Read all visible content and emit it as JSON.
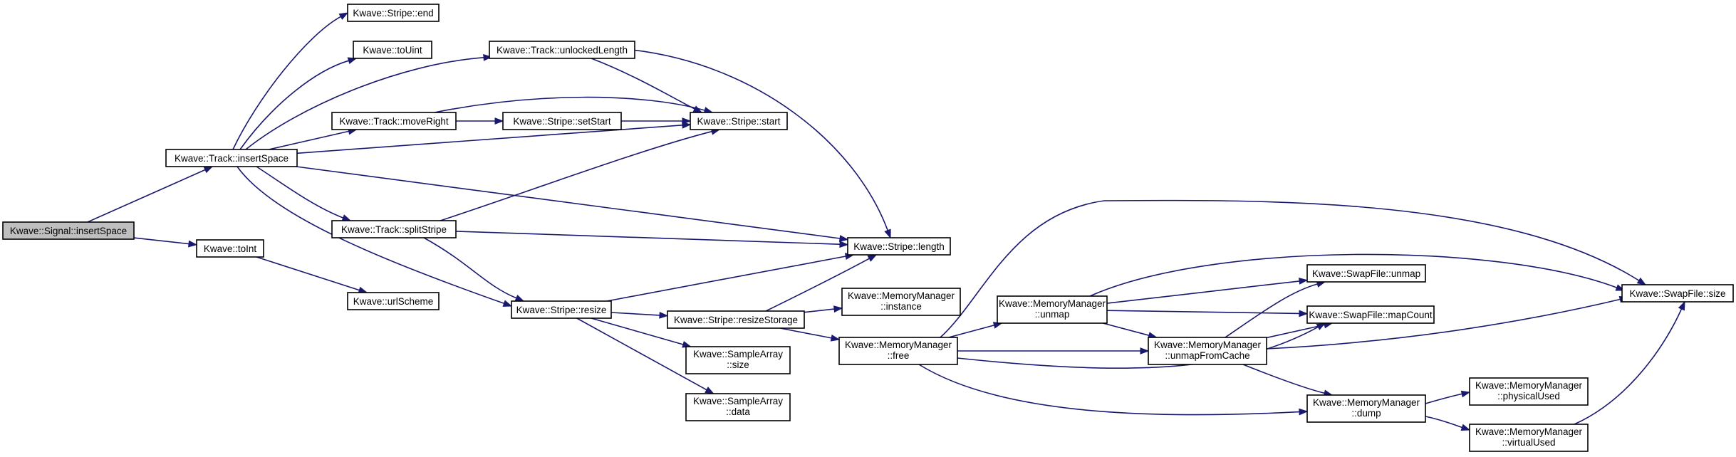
{
  "graph": {
    "nodes": [
      {
        "id": "signal_insertSpace",
        "lines": [
          "Kwave::Signal::insertSpace"
        ],
        "root": true
      },
      {
        "id": "track_insertSpace",
        "lines": [
          "Kwave::Track::insertSpace"
        ]
      },
      {
        "id": "toInt",
        "lines": [
          "Kwave::toInt"
        ]
      },
      {
        "id": "urlScheme",
        "lines": [
          "Kwave::urlScheme"
        ]
      },
      {
        "id": "stripe_end",
        "lines": [
          "Kwave::Stripe::end"
        ]
      },
      {
        "id": "toUint",
        "lines": [
          "Kwave::toUint"
        ]
      },
      {
        "id": "track_unlockedLength",
        "lines": [
          "Kwave::Track::unlockedLength"
        ]
      },
      {
        "id": "track_moveRight",
        "lines": [
          "Kwave::Track::moveRight"
        ]
      },
      {
        "id": "stripe_setStart",
        "lines": [
          "Kwave::Stripe::setStart"
        ]
      },
      {
        "id": "stripe_start",
        "lines": [
          "Kwave::Stripe::start"
        ]
      },
      {
        "id": "track_splitStripe",
        "lines": [
          "Kwave::Track::splitStripe"
        ]
      },
      {
        "id": "stripe_length",
        "lines": [
          "Kwave::Stripe::length"
        ]
      },
      {
        "id": "stripe_resize",
        "lines": [
          "Kwave::Stripe::resize"
        ]
      },
      {
        "id": "stripe_resizeStorage",
        "lines": [
          "Kwave::Stripe::resizeStorage"
        ]
      },
      {
        "id": "mm_instance",
        "lines": [
          "Kwave::MemoryManager",
          "::instance"
        ]
      },
      {
        "id": "mm_free",
        "lines": [
          "Kwave::MemoryManager",
          "::free"
        ]
      },
      {
        "id": "sa_size",
        "lines": [
          "Kwave::SampleArray",
          "::size"
        ]
      },
      {
        "id": "sa_data",
        "lines": [
          "Kwave::SampleArray",
          "::data"
        ]
      },
      {
        "id": "mm_unmap",
        "lines": [
          "Kwave::MemoryManager",
          "::unmap"
        ]
      },
      {
        "id": "mm_unmapFromCache",
        "lines": [
          "Kwave::MemoryManager",
          "::unmapFromCache"
        ]
      },
      {
        "id": "swap_unmap",
        "lines": [
          "Kwave::SwapFile::unmap"
        ]
      },
      {
        "id": "swap_mapCount",
        "lines": [
          "Kwave::SwapFile::mapCount"
        ]
      },
      {
        "id": "swap_size",
        "lines": [
          "Kwave::SwapFile::size"
        ]
      },
      {
        "id": "mm_dump",
        "lines": [
          "Kwave::MemoryManager",
          "::dump"
        ]
      },
      {
        "id": "mm_physicalUsed",
        "lines": [
          "Kwave::MemoryManager",
          "::physicalUsed"
        ]
      },
      {
        "id": "mm_virtualUsed",
        "lines": [
          "Kwave::MemoryManager",
          "::virtualUsed"
        ]
      }
    ],
    "edges": [
      [
        "signal_insertSpace",
        "track_insertSpace"
      ],
      [
        "signal_insertSpace",
        "toInt"
      ],
      [
        "toInt",
        "urlScheme"
      ],
      [
        "track_insertSpace",
        "stripe_end"
      ],
      [
        "track_insertSpace",
        "toUint"
      ],
      [
        "track_insertSpace",
        "track_unlockedLength"
      ],
      [
        "track_insertSpace",
        "track_moveRight"
      ],
      [
        "track_insertSpace",
        "stripe_start"
      ],
      [
        "track_insertSpace",
        "track_splitStripe"
      ],
      [
        "track_insertSpace",
        "stripe_length"
      ],
      [
        "track_insertSpace",
        "stripe_resize"
      ],
      [
        "track_unlockedLength",
        "stripe_start"
      ],
      [
        "track_unlockedLength",
        "stripe_length"
      ],
      [
        "track_moveRight",
        "stripe_setStart"
      ],
      [
        "track_moveRight",
        "stripe_start"
      ],
      [
        "stripe_setStart",
        "stripe_start"
      ],
      [
        "track_splitStripe",
        "stripe_start"
      ],
      [
        "track_splitStripe",
        "stripe_length"
      ],
      [
        "track_splitStripe",
        "stripe_resize"
      ],
      [
        "stripe_resize",
        "stripe_length"
      ],
      [
        "stripe_resize",
        "stripe_resizeStorage"
      ],
      [
        "stripe_resize",
        "sa_size"
      ],
      [
        "stripe_resize",
        "sa_data"
      ],
      [
        "stripe_resizeStorage",
        "stripe_length"
      ],
      [
        "stripe_resizeStorage",
        "mm_instance"
      ],
      [
        "stripe_resizeStorage",
        "mm_free"
      ],
      [
        "mm_free",
        "mm_unmap"
      ],
      [
        "mm_free",
        "mm_unmapFromCache"
      ],
      [
        "mm_free",
        "swap_mapCount"
      ],
      [
        "mm_free",
        "swap_size"
      ],
      [
        "mm_free",
        "mm_dump"
      ],
      [
        "mm_unmap",
        "swap_unmap"
      ],
      [
        "mm_unmap",
        "swap_mapCount"
      ],
      [
        "mm_unmap",
        "swap_size"
      ],
      [
        "mm_unmap",
        "mm_unmapFromCache"
      ],
      [
        "mm_unmapFromCache",
        "swap_unmap"
      ],
      [
        "mm_unmapFromCache",
        "swap_mapCount"
      ],
      [
        "mm_unmapFromCache",
        "swap_size"
      ],
      [
        "mm_unmapFromCache",
        "mm_dump"
      ],
      [
        "mm_dump",
        "mm_physicalUsed"
      ],
      [
        "mm_dump",
        "mm_virtualUsed"
      ],
      [
        "mm_virtualUsed",
        "swap_size"
      ]
    ]
  },
  "colors": {
    "edge": "#191970",
    "node_border": "#000000",
    "root_fill": "#bfbfbf",
    "node_fill": "#ffffff"
  }
}
